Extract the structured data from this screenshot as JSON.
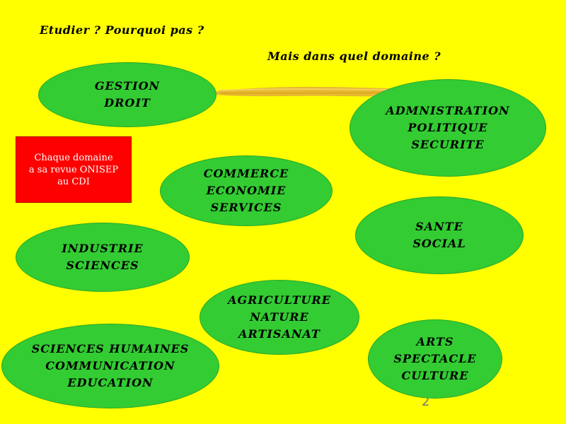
{
  "title_main": "Etudier ? Pourquoi pas ?",
  "title_sub": "Mais dans quel domaine ?",
  "note": {
    "lines": [
      "Chaque domaine",
      "a sa revue ONISEP",
      "au CDI"
    ]
  },
  "page_number": "2",
  "colors": {
    "background": "#ffff00",
    "bubble": "#33cc33",
    "note": "#ff0000",
    "brush": "#e8b830"
  },
  "domains": [
    {
      "lines": [
        "GESTION",
        "DROIT"
      ]
    },
    {
      "lines": [
        "ADMNISTRATION",
        "POLITIQUE",
        "SECURITE"
      ]
    },
    {
      "lines": [
        "COMMERCE",
        "ECONOMIE",
        "SERVICES"
      ]
    },
    {
      "lines": [
        "SANTE",
        "SOCIAL"
      ]
    },
    {
      "lines": [
        "INDUSTRIE",
        "SCIENCES"
      ]
    },
    {
      "lines": [
        "AGRICULTURE",
        "NATURE",
        "ARTISANAT"
      ]
    },
    {
      "lines": [
        "SCIENCES HUMAINES",
        "COMMUNICATION",
        "EDUCATION"
      ]
    },
    {
      "lines": [
        "ARTS",
        "SPECTACLE",
        "CULTURE"
      ]
    }
  ]
}
